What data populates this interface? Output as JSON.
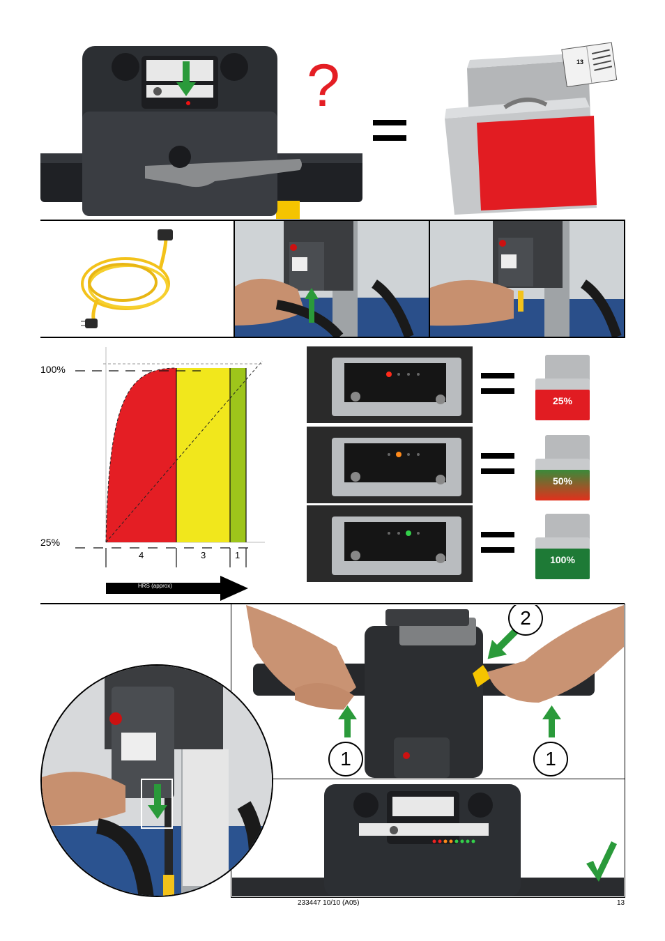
{
  "top": {
    "question_mark": "?",
    "manual_page_ref": "13"
  },
  "chart_data": {
    "type": "area",
    "ylabel_top": "100%",
    "ylabel_bottom": "25%",
    "segments": [
      {
        "label": "4",
        "color": "#e41e24"
      },
      {
        "label": "3",
        "color": "#f1e71c"
      },
      {
        "label": "1",
        "color": "#9ec51b"
      }
    ],
    "arrow_label": "HRS (approx)"
  },
  "indicators": [
    {
      "led": "red",
      "led_color": "#ff2a1a",
      "badge": "25%",
      "battery_fill": "#e11c22"
    },
    {
      "led": "orange",
      "led_color": "#ff8a1a",
      "badge": "50%",
      "battery_fill": "#d4531c"
    },
    {
      "led": "green",
      "led_color": "#33d04a",
      "badge": "100%",
      "battery_fill": "#1e7a36"
    }
  ],
  "bottom": {
    "circle_1_left": "1",
    "circle_1_right": "1",
    "circle_2": "2"
  },
  "footer": {
    "doc_code": "233447 10/10 (A05)",
    "page_number": "13"
  }
}
